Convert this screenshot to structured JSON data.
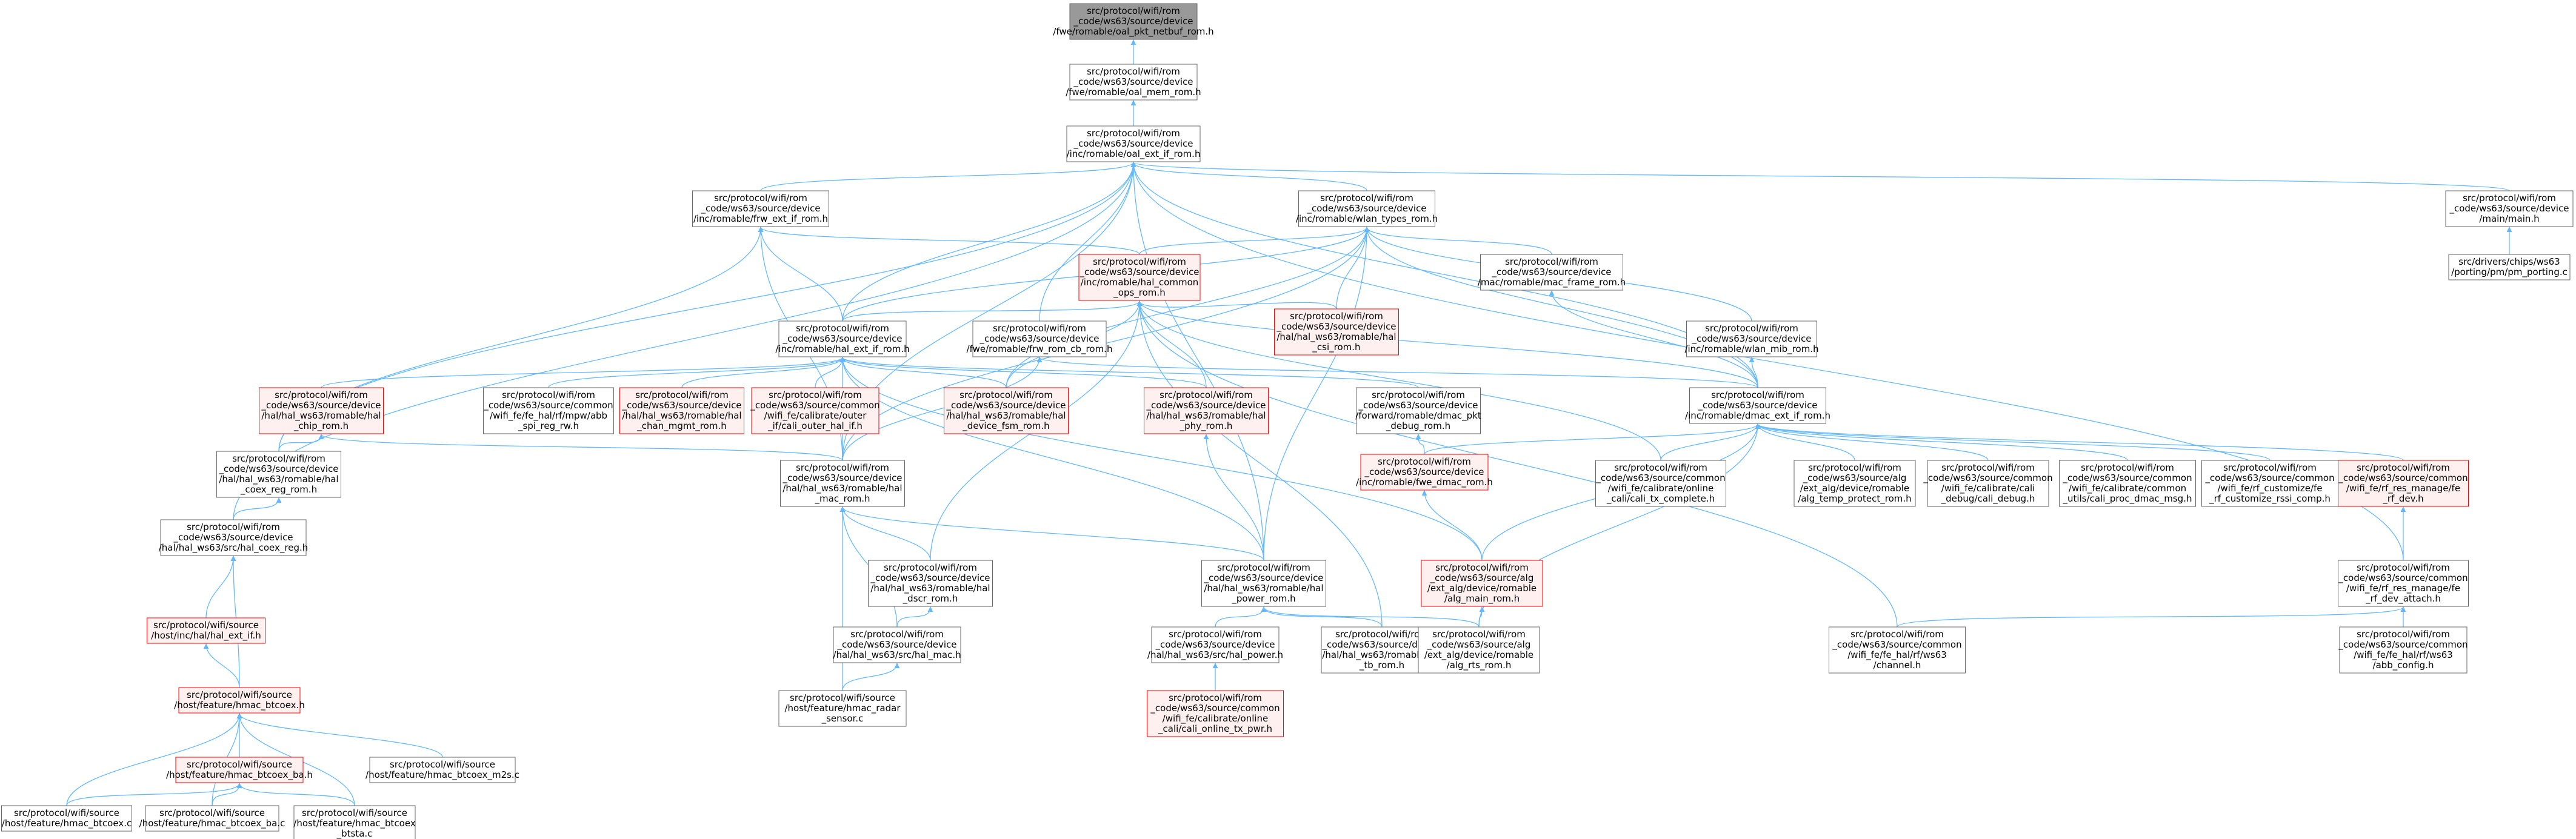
{
  "colors": {
    "edge": "#63B8FF",
    "border_normal": "#666666",
    "border_red": "#FF0000",
    "fill_normal": "#FFFFFF",
    "fill_red": "#FFF0F0",
    "fill_root": "#999999",
    "text": "#000000"
  },
  "nodes": {
    "n_oal_pkt": {
      "lines": [
        "src/protocol/wifi/rom",
        "_code/ws63/source/device",
        "/fwe/romable/oal_pkt_netbuf_rom.h"
      ],
      "style": "root"
    },
    "n_oal_mem": {
      "lines": [
        "src/protocol/wifi/rom",
        "_code/ws63/source/device",
        "/fwe/romable/oal_mem_rom.h"
      ],
      "style": "normal"
    },
    "n_oal_ext": {
      "lines": [
        "src/protocol/wifi/rom",
        "_code/ws63/source/device",
        "/inc/romable/oal_ext_if_rom.h"
      ],
      "style": "normal"
    },
    "n_frw_ext": {
      "lines": [
        "src/protocol/wifi/rom",
        "_code/ws63/source/device",
        "/inc/romable/frw_ext_if_rom.h"
      ],
      "style": "normal"
    },
    "n_wlan_types": {
      "lines": [
        "src/protocol/wifi/rom",
        "_code/ws63/source/device",
        "/inc/romable/wlan_types_rom.h"
      ],
      "style": "normal"
    },
    "n_main": {
      "lines": [
        "src/protocol/wifi/rom",
        "_code/ws63/source/device",
        "/main/main.h"
      ],
      "style": "normal"
    },
    "n_pm_porting": {
      "lines": [
        "src/drivers/chips/ws63",
        "/porting/pm/pm_porting.c"
      ],
      "style": "normal"
    },
    "n_hal_common_ops": {
      "lines": [
        "src/protocol/wifi/rom",
        "_code/ws63/source/device",
        "/inc/romable/hal_common",
        "_ops_rom.h"
      ],
      "style": "red"
    },
    "n_mac_frame": {
      "lines": [
        "src/protocol/wifi/rom",
        "_code/ws63/source/device",
        "/mac/romable/mac_frame_rom.h"
      ],
      "style": "normal"
    },
    "n_hal_csi": {
      "lines": [
        "src/protocol/wifi/rom",
        "_code/ws63/source/device",
        "/hal/hal_ws63/romable/hal",
        "_csi_rom.h"
      ],
      "style": "red"
    },
    "n_hal_ext": {
      "lines": [
        "src/protocol/wifi/rom",
        "_code/ws63/source/device",
        "/inc/romable/hal_ext_if_rom.h"
      ],
      "style": "normal"
    },
    "n_frw_rom_cb": {
      "lines": [
        "src/protocol/wifi/rom",
        "_code/ws63/source/device",
        "/fwe/romable/frw_rom_cb_rom.h"
      ],
      "style": "normal"
    },
    "n_wlan_mib": {
      "lines": [
        "src/protocol/wifi/rom",
        "_code/ws63/source/device",
        "/inc/romable/wlan_mib_rom.h"
      ],
      "style": "normal"
    },
    "n_hal_chip": {
      "lines": [
        "src/protocol/wifi/rom",
        "_code/ws63/source/device",
        "/hal/hal_ws63/romable/hal",
        "_chip_rom.h"
      ],
      "style": "red"
    },
    "n_mpw_abb": {
      "lines": [
        "src/protocol/wifi/rom",
        "_code/ws63/source/common",
        "/wifi_fe/fe_hal/rf/mpw/abb",
        "_spi_reg_rw.h"
      ],
      "style": "normal"
    },
    "n_hal_chan_mgmt": {
      "lines": [
        "src/protocol/wifi/rom",
        "_code/ws63/source/device",
        "/hal/hal_ws63/romable/hal",
        "_chan_mgmt_rom.h"
      ],
      "style": "red"
    },
    "n_cali_outer": {
      "lines": [
        "src/protocol/wifi/rom",
        "_code/ws63/source/common",
        "/wifi_fe/calibrate/outer",
        "_if/cali_outer_hal_if.h"
      ],
      "style": "red"
    },
    "n_hal_device_fsm": {
      "lines": [
        "src/protocol/wifi/rom",
        "_code/ws63/source/device",
        "/hal/hal_ws63/romable/hal",
        "_device_fsm_rom.h"
      ],
      "style": "red"
    },
    "n_hal_phy": {
      "lines": [
        "src/protocol/wifi/rom",
        "_code/ws63/source/device",
        "/hal/hal_ws63/romable/hal",
        "_phy_rom.h"
      ],
      "style": "red"
    },
    "n_dmac_pkt_debug": {
      "lines": [
        "src/protocol/wifi/rom",
        "_code/ws63/source/device",
        "/forward/romable/dmac_pkt",
        "_debug_rom.h"
      ],
      "style": "normal"
    },
    "n_dmac_ext": {
      "lines": [
        "src/protocol/wifi/rom",
        "_code/ws63/source/device",
        "/inc/romable/dmac_ext_if_rom.h"
      ],
      "style": "normal"
    },
    "n_hal_coex_reg_rom": {
      "lines": [
        "src/protocol/wifi/rom",
        "_code/ws63/source/device",
        "/hal/hal_ws63/romable/hal",
        "_coex_reg_rom.h"
      ],
      "style": "normal"
    },
    "n_hal_mac": {
      "lines": [
        "src/protocol/wifi/rom",
        "_code/ws63/source/device",
        "/hal/hal_ws63/romable/hal",
        "_mac_rom.h"
      ],
      "style": "normal"
    },
    "n_fwe_dmac": {
      "lines": [
        "src/protocol/wifi/rom",
        "_code/ws63/source/device",
        "/inc/romable/fwe_dmac_rom.h"
      ],
      "style": "red"
    },
    "n_cali_tx_complete": {
      "lines": [
        "src/protocol/wifi/rom",
        "_code/ws63/source/common",
        "/wifi_fe/calibrate/online",
        "_cali/cali_tx_complete.h"
      ],
      "style": "normal"
    },
    "n_alg_temp_protect": {
      "lines": [
        "src/protocol/wifi/rom",
        "_code/ws63/source/alg",
        "/ext_alg/device/romable",
        "/alg_temp_protect_rom.h"
      ],
      "style": "normal"
    },
    "n_cali_debug": {
      "lines": [
        "src/protocol/wifi/rom",
        "_code/ws63/source/common",
        "/wifi_fe/calibrate/cali",
        "_debug/cali_debug.h"
      ],
      "style": "normal"
    },
    "n_cali_proc_dmac": {
      "lines": [
        "src/protocol/wifi/rom",
        "_code/ws63/source/common",
        "/wifi_fe/calibrate/common",
        "_utils/cali_proc_dmac_msg.h"
      ],
      "style": "normal"
    },
    "n_rssi_comp": {
      "lines": [
        "src/protocol/wifi/rom",
        "_code/ws63/source/common",
        "/wifi_fe/rf_customize/fe",
        "_rf_customize_rssi_comp.h"
      ],
      "style": "normal"
    },
    "n_fe_rf_dev": {
      "lines": [
        "src/protocol/wifi/rom",
        "_code/ws63/source/common",
        "/wifi_fe/rf_res_manage/fe",
        "_rf_dev.h"
      ],
      "style": "red"
    },
    "n_hal_coex_reg": {
      "lines": [
        "src/protocol/wifi/rom",
        "_code/ws63/source/device",
        "/hal/hal_ws63/src/hal_coex_reg.h"
      ],
      "style": "normal"
    },
    "n_hal_dscr": {
      "lines": [
        "src/protocol/wifi/rom",
        "_code/ws63/source/device",
        "/hal/hal_ws63/romable/hal",
        "_dscr_rom.h"
      ],
      "style": "normal"
    },
    "n_hal_power_rom": {
      "lines": [
        "src/protocol/wifi/rom",
        "_code/ws63/source/device",
        "/hal/hal_ws63/romable/hal",
        "_power_rom.h"
      ],
      "style": "normal"
    },
    "n_alg_main": {
      "lines": [
        "src/protocol/wifi/rom",
        "_code/ws63/source/alg",
        "/ext_alg/device/romable",
        "/alg_main_rom.h"
      ],
      "style": "red"
    },
    "n_fe_rf_dev_attach": {
      "lines": [
        "src/protocol/wifi/rom",
        "_code/ws63/source/common",
        "/wifi_fe/rf_res_manage/fe",
        "_rf_dev_attach.h"
      ],
      "style": "normal"
    },
    "n_hal_ext_if_h": {
      "lines": [
        "src/protocol/wifi/source",
        "/host/inc/hal/hal_ext_if.h"
      ],
      "style": "red"
    },
    "n_hal_mac_h": {
      "lines": [
        "src/protocol/wifi/rom",
        "_code/ws63/source/device",
        "/hal/hal_ws63/src/hal_mac.h"
      ],
      "style": "normal"
    },
    "n_hal_power_h": {
      "lines": [
        "src/protocol/wifi/rom",
        "_code/ws63/source/device",
        "/hal/hal_ws63/src/hal_power.h"
      ],
      "style": "normal"
    },
    "n_hal_tb": {
      "lines": [
        "src/protocol/wifi/rom",
        "_code/ws63/source/device",
        "/hal/hal_ws63/romable/hal",
        "_tb_rom.h"
      ],
      "style": "normal"
    },
    "n_alg_rts": {
      "lines": [
        "src/protocol/wifi/rom",
        "_code/ws63/source/alg",
        "/ext_alg/device/romable",
        "/alg_rts_rom.h"
      ],
      "style": "normal"
    },
    "n_channel": {
      "lines": [
        "src/protocol/wifi/rom",
        "_code/ws63/source/common",
        "/wifi_fe/fe_hal/rf/ws63",
        "/channel.h"
      ],
      "style": "normal"
    },
    "n_abb_config": {
      "lines": [
        "src/protocol/wifi/rom",
        "_code/ws63/source/common",
        "/wifi_fe/fe_hal/rf/ws63",
        "/abb_config.h"
      ],
      "style": "normal"
    },
    "n_radar": {
      "lines": [
        "src/protocol/wifi/source",
        "/host/feature/hmac_radar",
        "_sensor.c"
      ],
      "style": "normal"
    },
    "n_cali_online_tx_pwr": {
      "lines": [
        "src/protocol/wifi/rom",
        "_code/ws63/source/common",
        "/wifi_fe/calibrate/online",
        "_cali/cali_online_tx_pwr.h"
      ],
      "style": "red"
    },
    "n_btcoex_h": {
      "lines": [
        "src/protocol/wifi/source",
        "/host/feature/hmac_btcoex.h"
      ],
      "style": "red"
    },
    "n_btcoex_ba_h": {
      "lines": [
        "src/protocol/wifi/source",
        "/host/feature/hmac_btcoex_ba.h"
      ],
      "style": "red"
    },
    "n_btcoex_m2s": {
      "lines": [
        "src/protocol/wifi/source",
        "/host/feature/hmac_btcoex_m2s.c"
      ],
      "style": "normal"
    },
    "n_btcoex_c": {
      "lines": [
        "src/protocol/wifi/source",
        "/host/feature/hmac_btcoex.c"
      ],
      "style": "normal"
    },
    "n_btcoex_ba_c": {
      "lines": [
        "src/protocol/wifi/source",
        "/host/feature/hmac_btcoex_ba.c"
      ],
      "style": "normal"
    },
    "n_btcoex_btsta": {
      "lines": [
        "src/protocol/wifi/source",
        "/host/feature/hmac_btcoex",
        "_btsta.c"
      ],
      "style": "normal"
    }
  },
  "edges": [
    [
      "n_oal_mem",
      "n_oal_pkt"
    ],
    [
      "n_oal_ext",
      "n_oal_mem"
    ],
    [
      "n_frw_ext",
      "n_oal_ext"
    ],
    [
      "n_wlan_types",
      "n_oal_ext"
    ],
    [
      "n_main",
      "n_oal_ext"
    ],
    [
      "n_hal_ext",
      "n_oal_ext"
    ],
    [
      "n_frw_rom_cb",
      "n_oal_ext"
    ],
    [
      "n_dmac_ext",
      "n_oal_ext"
    ],
    [
      "n_hal_coex_reg_rom",
      "n_oal_ext"
    ],
    [
      "n_hal_coex_reg",
      "n_oal_ext"
    ],
    [
      "n_hal_mac",
      "n_oal_ext"
    ],
    [
      "n_hal_power_rom",
      "n_oal_ext"
    ],
    [
      "n_fe_rf_dev_attach",
      "n_oal_ext"
    ],
    [
      "n_pm_porting",
      "n_main"
    ],
    [
      "n_hal_common_ops",
      "n_frw_ext"
    ],
    [
      "n_hal_ext",
      "n_frw_ext"
    ],
    [
      "n_hal_mac",
      "n_frw_ext"
    ],
    [
      "n_hal_coex_reg_rom",
      "n_frw_ext"
    ],
    [
      "n_hal_common_ops",
      "n_wlan_types"
    ],
    [
      "n_mac_frame",
      "n_wlan_types"
    ],
    [
      "n_hal_csi",
      "n_wlan_types"
    ],
    [
      "n_hal_ext",
      "n_wlan_types"
    ],
    [
      "n_wlan_mib",
      "n_wlan_types"
    ],
    [
      "n_dmac_ext",
      "n_wlan_types"
    ],
    [
      "n_hal_mac",
      "n_wlan_types"
    ],
    [
      "n_hal_power_rom",
      "n_wlan_types"
    ],
    [
      "n_hal_device_fsm",
      "n_wlan_types"
    ],
    [
      "n_hal_csi",
      "n_hal_common_ops"
    ],
    [
      "n_hal_ext",
      "n_hal_common_ops"
    ],
    [
      "n_hal_phy",
      "n_hal_common_ops"
    ],
    [
      "n_hal_device_fsm",
      "n_hal_common_ops"
    ],
    [
      "n_hal_dscr",
      "n_hal_common_ops"
    ],
    [
      "n_dmac_ext",
      "n_hal_common_ops"
    ],
    [
      "n_cali_tx_complete",
      "n_hal_common_ops"
    ],
    [
      "n_hal_tb",
      "n_hal_common_ops"
    ],
    [
      "n_channel",
      "n_hal_common_ops"
    ],
    [
      "n_dmac_ext",
      "n_mac_frame"
    ],
    [
      "n_dmac_ext",
      "n_wlan_mib"
    ],
    [
      "n_hal_chip",
      "n_hal_ext"
    ],
    [
      "n_mpw_abb",
      "n_hal_ext"
    ],
    [
      "n_hal_chan_mgmt",
      "n_hal_ext"
    ],
    [
      "n_cali_outer",
      "n_hal_ext"
    ],
    [
      "n_hal_device_fsm",
      "n_hal_ext"
    ],
    [
      "n_hal_phy",
      "n_hal_ext"
    ],
    [
      "n_dmac_pkt_debug",
      "n_hal_ext"
    ],
    [
      "n_hal_mac",
      "n_hal_ext"
    ],
    [
      "n_hal_power_rom",
      "n_hal_ext"
    ],
    [
      "n_alg_main",
      "n_hal_ext"
    ],
    [
      "n_hal_mac",
      "n_frw_rom_cb"
    ],
    [
      "n_dmac_ext",
      "n_frw_rom_cb"
    ],
    [
      "n_hal_coex_reg_rom",
      "n_hal_chip"
    ],
    [
      "n_hal_mac",
      "n_hal_chip"
    ],
    [
      "n_hal_power_rom",
      "n_hal_phy"
    ],
    [
      "n_fwe_dmac",
      "n_dmac_pkt_debug"
    ],
    [
      "n_fwe_dmac",
      "n_dmac_ext"
    ],
    [
      "n_cali_tx_complete",
      "n_dmac_ext"
    ],
    [
      "n_alg_temp_protect",
      "n_dmac_ext"
    ],
    [
      "n_cali_debug",
      "n_dmac_ext"
    ],
    [
      "n_cali_proc_dmac",
      "n_dmac_ext"
    ],
    [
      "n_rssi_comp",
      "n_dmac_ext"
    ],
    [
      "n_fe_rf_dev",
      "n_dmac_ext"
    ],
    [
      "n_alg_main",
      "n_dmac_ext"
    ],
    [
      "n_alg_rts",
      "n_dmac_ext"
    ],
    [
      "n_hal_coex_reg",
      "n_hal_coex_reg_rom"
    ],
    [
      "n_hal_dscr",
      "n_hal_mac"
    ],
    [
      "n_hal_power_rom",
      "n_hal_mac"
    ],
    [
      "n_hal_mac_h",
      "n_hal_mac"
    ],
    [
      "n_radar",
      "n_hal_mac"
    ],
    [
      "n_alg_main",
      "n_fwe_dmac"
    ],
    [
      "n_fe_rf_dev_attach",
      "n_fe_rf_dev"
    ],
    [
      "n_hal_ext_if_h",
      "n_hal_coex_reg"
    ],
    [
      "n_btcoex_h",
      "n_hal_coex_reg"
    ],
    [
      "n_hal_mac_h",
      "n_hal_dscr"
    ],
    [
      "n_hal_power_h",
      "n_hal_power_rom"
    ],
    [
      "n_hal_tb",
      "n_hal_power_rom"
    ],
    [
      "n_alg_rts",
      "n_hal_power_rom"
    ],
    [
      "n_alg_rts",
      "n_alg_main"
    ],
    [
      "n_channel",
      "n_fe_rf_dev_attach"
    ],
    [
      "n_abb_config",
      "n_fe_rf_dev_attach"
    ],
    [
      "n_btcoex_h",
      "n_hal_ext_if_h"
    ],
    [
      "n_radar",
      "n_hal_mac_h"
    ],
    [
      "n_cali_online_tx_pwr",
      "n_hal_power_h"
    ],
    [
      "n_btcoex_ba_h",
      "n_btcoex_h"
    ],
    [
      "n_btcoex_m2s",
      "n_btcoex_h"
    ],
    [
      "n_btcoex_c",
      "n_btcoex_h"
    ],
    [
      "n_btcoex_ba_c",
      "n_btcoex_h"
    ],
    [
      "n_btcoex_btsta",
      "n_btcoex_h"
    ],
    [
      "n_btcoex_c",
      "n_btcoex_ba_h"
    ],
    [
      "n_btcoex_ba_c",
      "n_btcoex_ba_h"
    ],
    [
      "n_btcoex_btsta",
      "n_btcoex_ba_h"
    ]
  ]
}
